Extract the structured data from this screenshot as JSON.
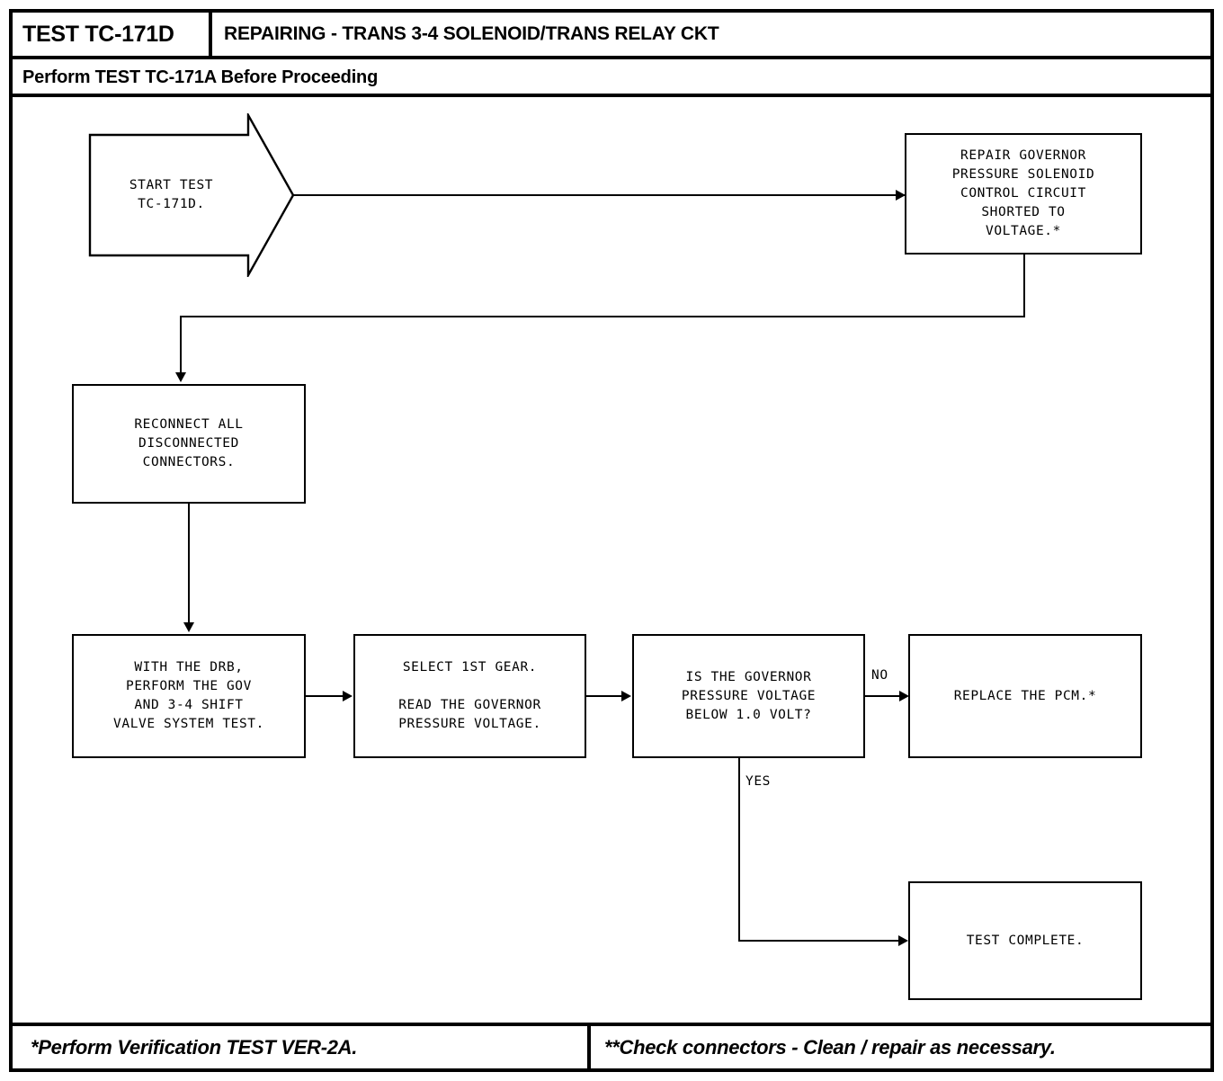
{
  "header": {
    "test_code": "TEST TC-171D",
    "title": "REPAIRING - TRANS 3-4 SOLENOID/TRANS RELAY CKT",
    "subtitle": "Perform TEST TC-171A Before Proceeding"
  },
  "footer": {
    "note_left": "*Perform Verification TEST VER-2A.",
    "note_right": "**Check connectors - Clean / repair as necessary."
  },
  "flowchart": {
    "nodes": {
      "start": "START TEST\nTC-171D.",
      "repair_governor": "REPAIR GOVERNOR\nPRESSURE SOLENOID\nCONTROL CIRCUIT\nSHORTED TO\nVOLTAGE.*",
      "reconnect": "RECONNECT ALL\nDISCONNECTED\nCONNECTORS.",
      "drb_test": "WITH THE DRB,\nPERFORM THE GOV\nAND 3-4 SHIFT\nVALVE SYSTEM TEST.",
      "select_gear": "SELECT 1ST GEAR.\n\nREAD THE GOVERNOR\nPRESSURE VOLTAGE.",
      "decision": "IS THE GOVERNOR\nPRESSURE VOLTAGE\nBELOW 1.0 VOLT?",
      "replace_pcm": "REPLACE THE PCM.*",
      "test_complete": "TEST COMPLETE."
    },
    "edge_labels": {
      "no": "NO",
      "yes": "YES"
    }
  },
  "colors": {
    "ink": "#000000",
    "paper": "#ffffff"
  }
}
